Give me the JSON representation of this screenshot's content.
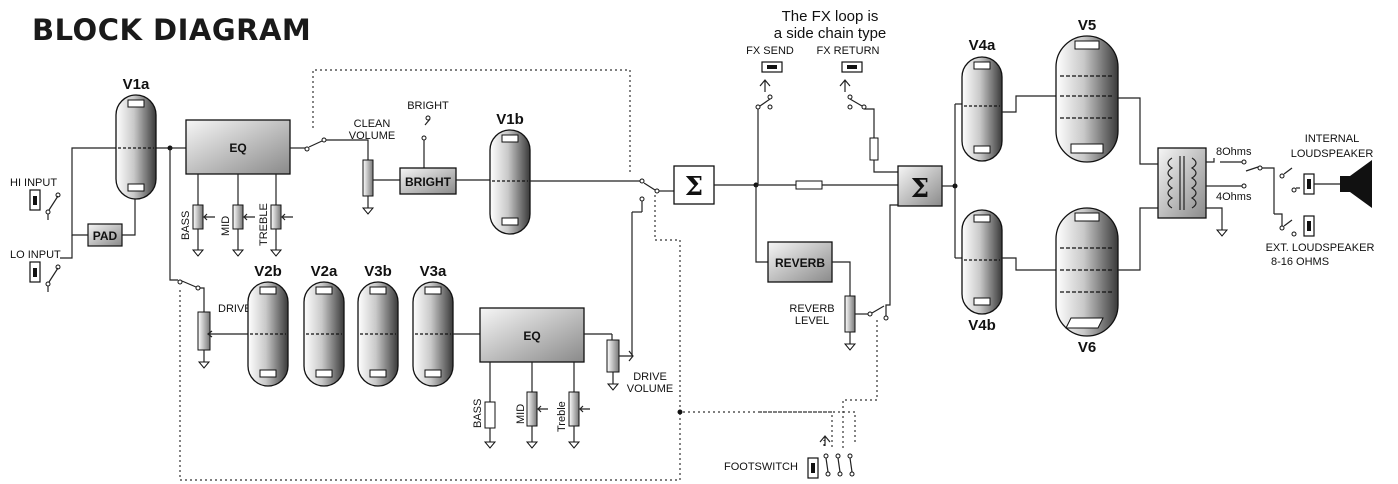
{
  "title": "BLOCK DIAGRAM",
  "note": {
    "line1": "The FX loop is",
    "line2": "a side chain type"
  },
  "tubes": {
    "v1a": "V1a",
    "v1b": "V1b",
    "v2b": "V2b",
    "v2a": "V2a",
    "v3b": "V3b",
    "v3a": "V3a",
    "v4a": "V4a",
    "v4b": "V4b",
    "v5": "V5",
    "v6": "V6"
  },
  "blocks": {
    "eq1": "EQ",
    "eq2": "EQ",
    "bright": "BRIGHT",
    "pad": "PAD",
    "reverb": "REVERB",
    "sum": "Σ"
  },
  "inputs": {
    "hi": "HI INPUT",
    "lo": "LO INPUT"
  },
  "controls": {
    "bass": "BASS",
    "mid": "MID",
    "treble": "TREBLE",
    "bass2": "BASS",
    "mid2": "MID",
    "treble2": "Treble",
    "clean_volume_1": "CLEAN",
    "clean_volume_2": "VOLUME",
    "bright_switch": "BRIGHT",
    "drive": "DRIVE",
    "drive_volume_1": "DRIVE",
    "drive_volume_2": "VOLUME",
    "reverb_level_1": "REVERB",
    "reverb_level_2": "LEVEL"
  },
  "fx": {
    "send": "FX SEND",
    "return": "FX RETURN"
  },
  "footswitch": "FOOTSWITCH",
  "transformer": {
    "tap_8": "8Ohms",
    "tap_4": "4Ohms"
  },
  "speakers": {
    "internal_1": "INTERNAL",
    "internal_2": "LOUDSPEAKER",
    "ext_1": "EXT. LOUDSPEAKER",
    "ext_2": "8-16 OHMS"
  }
}
